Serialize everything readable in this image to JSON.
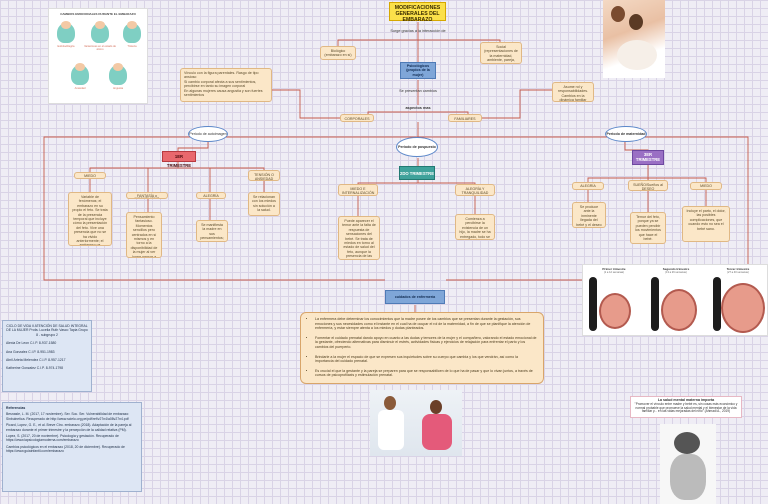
{
  "title": "MODIFICACIONES GENERALES DEL EMBARAZO",
  "emotions_image": {
    "heading": "CAMBIOS EMOCIONALES DURANTE EL EMBARAZO",
    "labels": [
      "Euforia/Alegria",
      "Variaciones en el estado de ánimo",
      "Tristeza",
      "Ansiedad",
      "Angustia"
    ]
  },
  "top_link": "Surge gracias a la interacción de",
  "node_biologic": "Biológico (embarazo en sí)",
  "node_social": "Social (representaciones de la maternidad, ambiente, pareja, cultural)",
  "node_psy": "Psicológicos (propios de la mujer)",
  "link_factors": "Se presentan cambios",
  "factors": "aspectos mas",
  "left_note": [
    "Vínculo con la figura parentales. Rasgo de tipo ansioso",
    "Si cambio corporal afecta a sus sentimientos, percibirse en tanto su imagen corporal",
    "En algunas mujeres causa angustia y son fuertes sentimientos"
  ],
  "node_corporal": "CORPORALES",
  "node_familiar": "FAMILIARES",
  "right_note": "Asume rol y responsabilidades. Cambios en la dinámica familiar",
  "period_left": "Periodo de autoimagen",
  "period_center": "Periodo de pospuesto",
  "period_right": "Periodo de maternidad",
  "trimesters": [
    "1ER TRIMESTRE",
    "2DO TRIMESTRE",
    "3ER TRIMESTRE"
  ],
  "t1": {
    "children": [
      "MIEDO",
      "FANTASÍA o INFANTILISMO",
      "ALEGRÍA",
      "TENSIÓN O ANSIEDAD"
    ],
    "notes": [
      "Variable de fenómenos; el embarazo en su propio el feto. Se trata de la presencia temporal que incluye cómo la presentación del feto. Vive una presencia que no se ha vivido anteriormente; el embarazo va generando un espacio que le puede suscitar angustia.",
      "Pensamiento fantasioso. Momentos sencillos pero centrados en sí mismos y en torno a la disponibilidad de la mujer al ver lograr pensar a hijo.",
      "Se manifiesta la madre en sus pensamientos; hijo.",
      "Se relacionan con los miedos sin solución a la salud."
    ]
  },
  "t2": {
    "children": [
      "MIEDO E INTERNALIZACIÓN",
      "ALEGRÍA Y TRANQUILIDAD"
    ],
    "notes": [
      "Puede aparecer el temor ante la falta de respuesta de sensaciones del bebé. Se trata de miedos en torno al estado de salud del feto, aunque la presencia de las ecografías y visión del bebé generan alivio y ayudan a dar paso a la realidad.",
      "Comienza a percibirse la existencia de un hijo, la madre se ha entregado, todo se concentra en el bebé."
    ]
  },
  "t3": {
    "children": [
      "ALEGRÍA",
      "SUEÑO/Sueños al DESEO",
      "MIEDO"
    ],
    "notes": [
      "Se produce ante la inminente llegada del bebé y el deseo de conocerlo.",
      "Temor del feto, porque ya se pueden percibir los movimientos que hace el bebé.",
      "Incluye el parto, el dolor, las posibles complicaciones, que cuando esto no sea el bebé sano."
    ]
  },
  "care_label": "cuidados de enfermería",
  "care_points": [
    "La enfermera debe determinar los conocimientos que la madre posee de los cambios que se presentan durante la gestación, sus emociones y sus necesidades como el instante en el cual ha de ocupar el rol de la maternidad, a fin de que se planifique la atención de enfermería, y estar siempre atenta a los miedos y dudas planteados.",
    "Fomentar el cuidado prenatal dando apoyo en cuanto a las dudas y temores de la mujer y el compañero, valorando el estado emocional de la gestante, ofreciendo alternativas para disminuir el estrés, actividades físicas y ejercicios de relajación para enfrentar el parto y los cambios del puerperio.",
    "Brindarle a la mujer el espacio de que se expresen sus inquietudes sobre su cuerpo que cambia y los que vendrán, así como la importancia del cuidado prenatal.",
    "Es crucial el que la gestante y la pareja se preparen para que se responsabilicen de lo que ha de pasar y que lo vivan juntos, a través de cursos de psicoprofilaxis y estimulación prenatal."
  ],
  "credits": {
    "header": "CICLO DE VIDA II ATENCIÓN DE SALUD INTEGRAL DE LA MUJER Profa. Lucelia Ruth Vasco Tapia Grupo 8 - subgrupo 2",
    "members": [
      "Alexia De Leon  C.I.P. 8-937-1580",
      "Ana Gonzalez  C.I.P. 8-951-1983",
      "Abril Arteta Melendez  C.I.P. 8-957-1217",
      "Katherine Gonzalez  C.I.P. 8-974-1798"
    ]
  },
  "refs": {
    "heading": "Referencias",
    "items": [
      "Besnasle, L. M. (2017, 17 noviembre). Ser. Soc. Ser. Vulnerabilidad de embarazo: Sinbulnetica. Recuperado de http://www.scielo.org.pe/pdf/ref/v27n4/a08v27n4.pdf",
      "Picard, Lopez, G. E., et al. Breve Ctro. embarazo (2018). Adaptación de la pareja al embarazo durante el primer trimestre y la percepción de la calidad relativa (PM).",
      "Lopez, S. (2017, 20 de noviembre). Psicología y gestación. Recuperado de https://www.lapsicologiamoderna.com/embarazo",
      "Cambios psicológicos en el embarazo (2018, 20 de diciembre). Recuperado de https://www.guiainfantil.com/embarazo"
    ]
  },
  "fetus": {
    "labels": [
      "Primer trimestre",
      "Segundo trimestre",
      "Tercer trimestre"
    ],
    "sub": [
      "(1 a 12 semanas)",
      "(13 a 26 semanas)",
      "(27 a 40 semanas)"
    ]
  },
  "quote": {
    "title": "La salud mental materna importa",
    "text": "\"Promover el vínculo entre madre y bebé es, sin cosas más económico y normal probable que promueve la salud mental y el bienestar de la vida familiar y... en las vidas mejoradas del niño\" (Ahmadi A., 2019)"
  }
}
